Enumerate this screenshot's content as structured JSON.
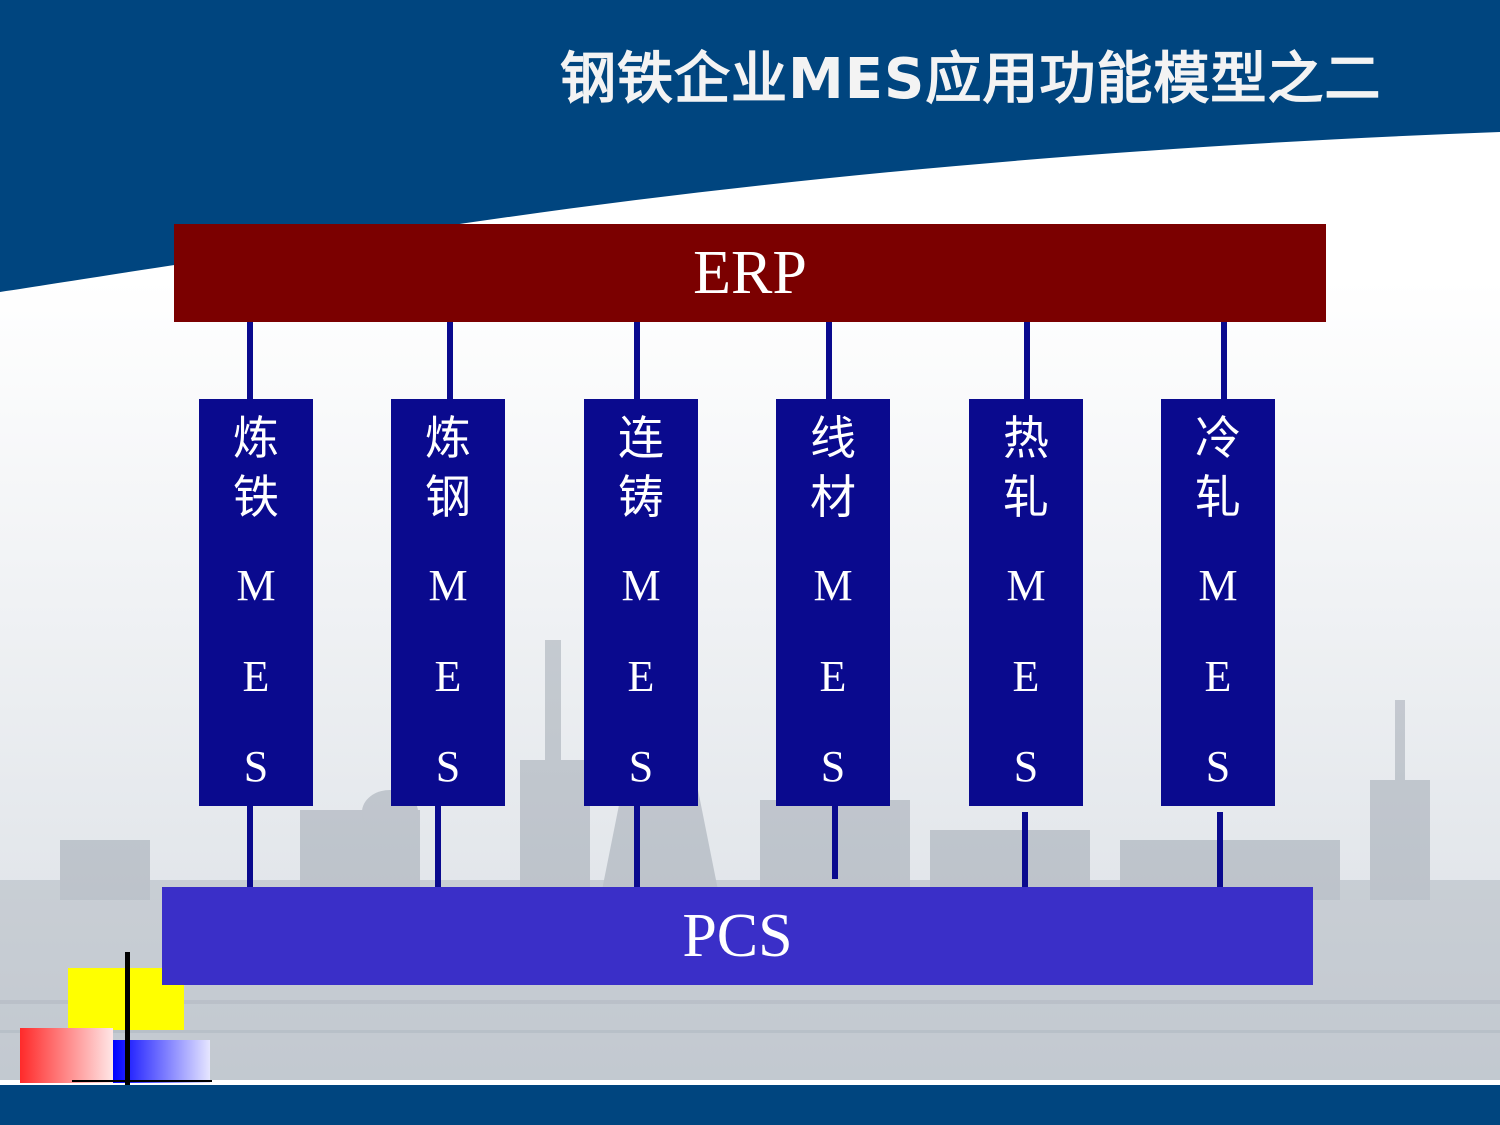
{
  "slide": {
    "title": "钢铁企业MES应用功能模型之二"
  },
  "diagram": {
    "top_box": {
      "label": "ERP",
      "color": "#7b0000"
    },
    "bottom_box": {
      "label": "PCS",
      "color": "#3a2fc8"
    },
    "mes_color": "#0a0a8e",
    "mes_modules": [
      {
        "cn1": "炼",
        "cn2": "铁",
        "m": "M",
        "e": "E",
        "s": "S"
      },
      {
        "cn1": "炼",
        "cn2": "钢",
        "m": "M",
        "e": "E",
        "s": "S"
      },
      {
        "cn1": "连",
        "cn2": "铸",
        "m": "M",
        "e": "E",
        "s": "S"
      },
      {
        "cn1": "线",
        "cn2": "材",
        "m": "M",
        "e": "E",
        "s": "S"
      },
      {
        "cn1": "热",
        "cn2": "轧",
        "m": "M",
        "e": "E",
        "s": "S"
      },
      {
        "cn1": "冷",
        "cn2": "轧",
        "m": "M",
        "e": "E",
        "s": "S"
      }
    ]
  },
  "colors": {
    "header_blue": "#00457f",
    "footer_blue": "#00457f"
  }
}
